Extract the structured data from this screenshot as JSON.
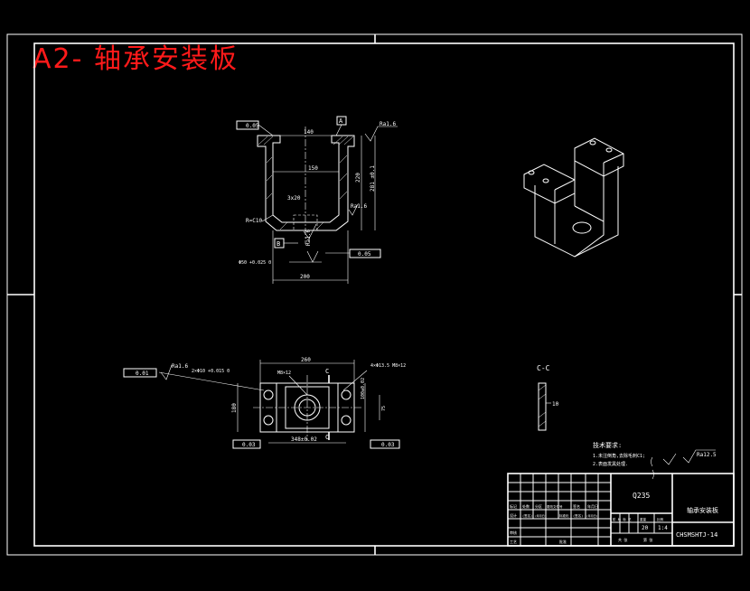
{
  "title": "A2- 轴承安装板",
  "front_view": {
    "top_tolerance": "0.05",
    "datum_a": "A",
    "roughness_top": "Ra1.6",
    "dim_width_top": "140",
    "dim_inner": "150",
    "dim_height": "281 ±0.1",
    "dim_depth": "220",
    "dim_thickness": "3x20",
    "roughness_side": "Ra1.6",
    "fillet": "R=C10",
    "datum_b": "B",
    "roughness_bottom": "Ra1.6",
    "tol_bottom": "0.05",
    "dim_bottom_width": "200",
    "dim_bore": "Φ50 +0.025 0"
  },
  "top_view": {
    "roughness": "Ra1.6",
    "tol_left": "0.01",
    "holes_left": "2×Φ10 +0.015 0",
    "thread": "M8×12",
    "section_c": "C",
    "dim_width": "260",
    "holes_right": "4×Φ13.5 M8×12",
    "dim_height": "180",
    "dim_inner": "75",
    "dim_pitch": "348±0.02",
    "tol_bottom_left": "0.03",
    "tol_bottom_right": "0.03",
    "dim_right": "100±0.02"
  },
  "section": {
    "label": "C-C",
    "dim": "10"
  },
  "tech_requirements": {
    "heading": "技术要求:",
    "items": [
      "1.未注倒角,去除毛刺C1;",
      "2.表面发黑处理."
    ],
    "roughness_general": "Ra12.5"
  },
  "title_block": {
    "material": "Q235",
    "part_name": "轴承安装板",
    "drawing_number": "CHSMSHTJ-14",
    "scale": "1:4",
    "quantity": "20",
    "header_cells": [
      "标记",
      "处数",
      "分区",
      "更改文件号",
      "签名",
      "年月日"
    ],
    "row2": [
      "设计",
      "(签名)",
      "(年月日)",
      "标准化",
      "(签名)",
      "(年月日)"
    ],
    "row3": [
      "审核"
    ],
    "row4": [
      "工艺",
      "批准"
    ],
    "stage_labels": [
      "阶 段 标 记",
      "重量",
      "比例"
    ],
    "sheet_labels": [
      "共 张",
      "第 张"
    ]
  }
}
